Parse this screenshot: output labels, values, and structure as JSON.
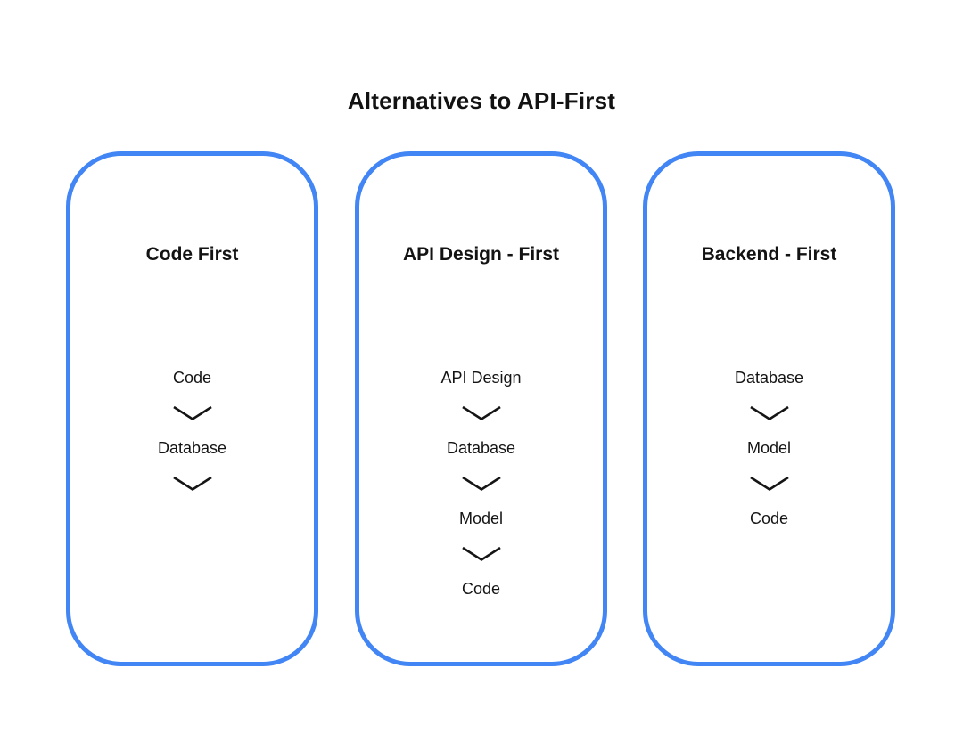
{
  "page": {
    "title": "Alternatives to API-First",
    "background_color": "#ffffff",
    "text_color": "#141414",
    "card_border_color": "#4285F4"
  },
  "cards": [
    {
      "title": "Code First",
      "flow": [
        "Code",
        "Database"
      ],
      "trailing_chevron": true
    },
    {
      "title": "API Design - First",
      "flow": [
        "API Design",
        "Database",
        "Model",
        "Code"
      ],
      "trailing_chevron": false
    },
    {
      "title": "Backend - First",
      "flow": [
        "Database",
        "Model",
        "Code"
      ],
      "trailing_chevron": false
    }
  ]
}
